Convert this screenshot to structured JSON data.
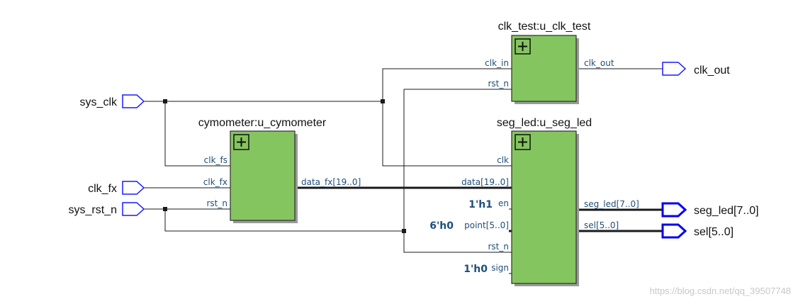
{
  "inputs": {
    "sys_clk": "sys_clk",
    "clk_fx": "clk_fx",
    "sys_rst_n": "sys_rst_n"
  },
  "outputs": {
    "clk_out": "clk_out",
    "seg_led": "seg_led[7..0]",
    "sel": "sel[5..0]"
  },
  "blocks": {
    "clk_test": {
      "title": "clk_test:u_clk_test",
      "clk_in": "clk_in",
      "rst_n": "rst_n",
      "clk_out": "clk_out"
    },
    "cymometer": {
      "title": "cymometer:u_cymometer",
      "clk_fs": "clk_fs",
      "clk_fx": "clk_fx",
      "rst_n": "rst_n",
      "data_fx": "data_fx[19..0]"
    },
    "seg_led": {
      "title": "seg_led:u_seg_led",
      "clk": "clk",
      "data": "data[19..0]",
      "en": "en",
      "point": "point[5..0]",
      "rst_n": "rst_n",
      "sign": "sign",
      "seg_led": "seg_led[7..0]",
      "sel": "sel[5..0]"
    }
  },
  "constants": {
    "en_value": "1'h1",
    "point_value": "6'h0",
    "sign_value": "1'h0"
  },
  "watermark": "https://blog.csdn.net/qq_39507748",
  "colors": {
    "block_fill": "#85c55f",
    "port_outline": "#1a1aff",
    "pin_text": "#1f4e79"
  }
}
